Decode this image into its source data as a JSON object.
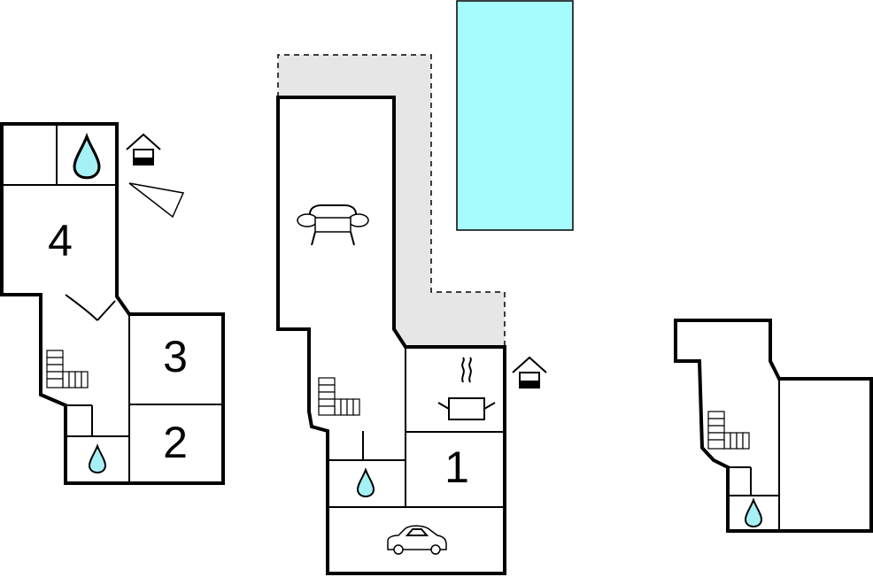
{
  "rooms": [
    {
      "id": "4",
      "label": "4"
    },
    {
      "id": "3",
      "label": "3"
    },
    {
      "id": "2",
      "label": "2"
    },
    {
      "id": "1",
      "label": "1"
    }
  ],
  "icons": {
    "entrance": "house-entrance-icon",
    "water": "water-drop-icon",
    "stairs": "stairs-icon",
    "sofa": "sofa-icon",
    "kitchen": "cooking-pot-icon",
    "car": "car-icon",
    "direction": "direction-arrow-icon"
  },
  "colors": {
    "pool": "#a6fbfd",
    "terrace": "#e6e6e6",
    "wall": "#000000",
    "water": "#a6f1f5"
  }
}
